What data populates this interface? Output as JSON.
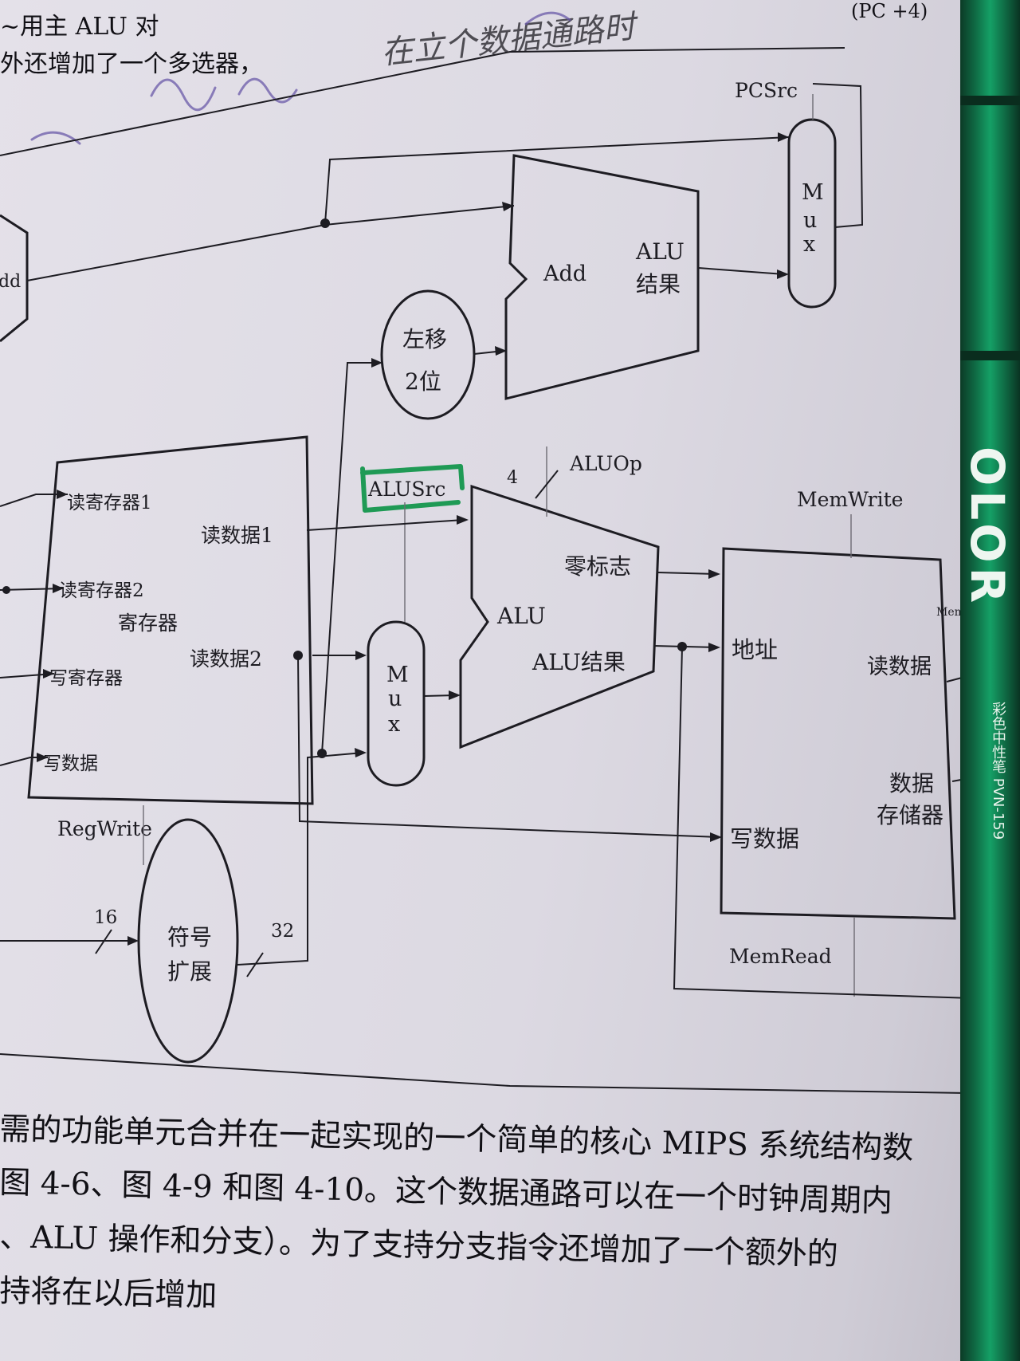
{
  "top_text": {
    "line1": "~用主 ALU 对",
    "line2": "外还增加了一个多选器，",
    "right_fragment": "(PC +4)"
  },
  "handwriting": {
    "note": "在立个数据通路时"
  },
  "diagram": {
    "pc_mux": {
      "label": "Mux",
      "letters": [
        "M",
        "u",
        "x"
      ],
      "control": "PCSrc"
    },
    "branch_adder": {
      "in_label": "Add",
      "out_label_line1": "ALU",
      "out_label_line2": "结果"
    },
    "pc_adder": {
      "label": "dd"
    },
    "shift_left": {
      "line1": "左移",
      "line2": "2位"
    },
    "register_file": {
      "read_reg1": "读寄存器1",
      "read_reg2": "读寄存器2",
      "title": "寄存器",
      "write_reg": "写寄存器",
      "write_data": "写数据",
      "read_data1": "读数据1",
      "read_data2": "读数据2",
      "control": "RegWrite"
    },
    "alu_src_mux": {
      "letters": [
        "M",
        "u",
        "x"
      ],
      "control": "ALUSrc",
      "highlight_color": "#1f9a55"
    },
    "alu": {
      "label": "ALU",
      "zero_label": "零标志",
      "result_label": "ALU结果",
      "control": "ALUOp",
      "control_width": "4"
    },
    "data_memory": {
      "address": "地址",
      "write_data": "写数据",
      "read_data": "读数据",
      "title_line1": "数据",
      "title_line2": "存储器",
      "write_control": "MemWrite",
      "read_control": "MemRead",
      "right_edge_fragment": "Mem"
    },
    "sign_extend": {
      "line1": "符号",
      "line2": "扩展",
      "input_width": "16",
      "output_width": "32"
    }
  },
  "bottom_text": {
    "line1": "需的功能单元合并在一起实现的一个简单的核心 MIPS 系统结构数",
    "line2": "图 4-6、图 4-9 和图 4-10。这个数据通路可以在一个时钟周期内",
    "line3": "、ALU 操作和分支）。为了支持分支指令还增加了一个额外的",
    "line4": "持将在以后增加"
  },
  "pen": {
    "brand": "OLOR",
    "model": "彩色中性笔 PVN-159"
  },
  "colors": {
    "paper": "#dcd9e2",
    "ink": "#1d1c22",
    "handwriting": "#6a5aa8",
    "highlighter": "#1f9a55",
    "pen_body": "#15a066"
  }
}
